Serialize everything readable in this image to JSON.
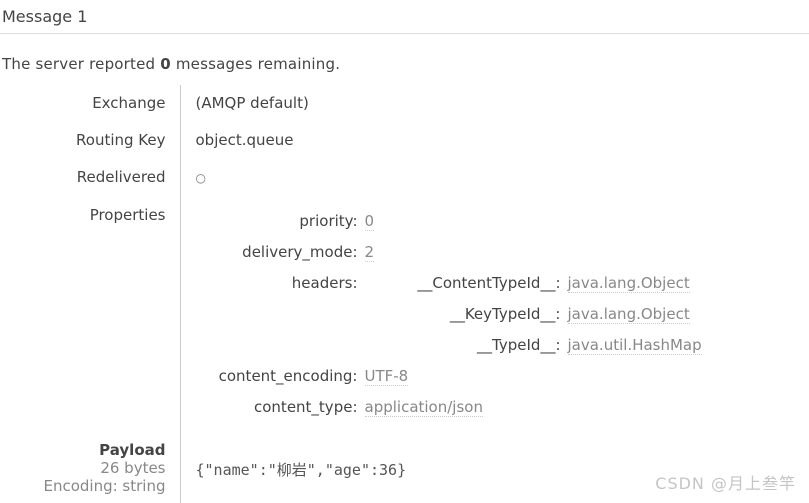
{
  "page": {
    "title": "Message 1",
    "server_note": {
      "prefix": "The server reported ",
      "count": "0",
      "suffix": " messages remaining."
    }
  },
  "message": {
    "exchange": {
      "label": "Exchange",
      "value": "(AMQP default)"
    },
    "routing_key": {
      "label": "Routing Key",
      "value": "object.queue"
    },
    "redelivered": {
      "label": "Redelivered",
      "value": "○",
      "state": "false"
    },
    "properties_label": "Properties",
    "properties": [
      {
        "key": "priority:",
        "value": "0"
      },
      {
        "key": "delivery_mode:",
        "value": "2"
      }
    ],
    "headers_key": "headers:",
    "headers": [
      {
        "key": "__ContentTypeId__:",
        "value": "java.lang.Object"
      },
      {
        "key": "__KeyTypeId__:",
        "value": "java.lang.Object"
      },
      {
        "key": "__TypeId__:",
        "value": "java.util.HashMap"
      }
    ],
    "properties_tail": [
      {
        "key": "content_encoding:",
        "value": "UTF-8"
      },
      {
        "key": "content_type:",
        "value": "application/json"
      }
    ],
    "payload": {
      "label": "Payload",
      "size": "26 bytes",
      "encoding": "Encoding: string",
      "body": "{\"name\":\"柳岩\",\"age\":36}"
    }
  },
  "watermark": "CSDN @月上叁竿",
  "colors": {
    "text": "#444444",
    "muted_value": "#888888",
    "divider": "#cccccc",
    "rule": "#dddddd",
    "watermark": "#c5c5c5",
    "background": "#ffffff"
  }
}
